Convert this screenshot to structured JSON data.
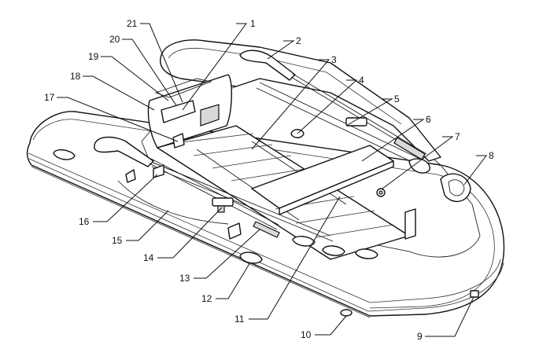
{
  "diagram": {
    "title": "",
    "callouts": [
      {
        "id": "1",
        "label": "1"
      },
      {
        "id": "2",
        "label": "2"
      },
      {
        "id": "3",
        "label": "3"
      },
      {
        "id": "4",
        "label": "4"
      },
      {
        "id": "5",
        "label": "5"
      },
      {
        "id": "6",
        "label": "6"
      },
      {
        "id": "7",
        "label": "7"
      },
      {
        "id": "8",
        "label": "8"
      },
      {
        "id": "9",
        "label": "9"
      },
      {
        "id": "10",
        "label": "10"
      },
      {
        "id": "11",
        "label": "11"
      },
      {
        "id": "12",
        "label": "12"
      },
      {
        "id": "13",
        "label": "13"
      },
      {
        "id": "14",
        "label": "14"
      },
      {
        "id": "15",
        "label": "15"
      },
      {
        "id": "16",
        "label": "16"
      },
      {
        "id": "17",
        "label": "17"
      },
      {
        "id": "18",
        "label": "18"
      },
      {
        "id": "19",
        "label": "19"
      },
      {
        "id": "20",
        "label": "20"
      },
      {
        "id": "21",
        "label": "21"
      }
    ],
    "colors": {
      "line": "#111111",
      "fill": "#ffffff",
      "shade": "#d9d9d9"
    }
  }
}
